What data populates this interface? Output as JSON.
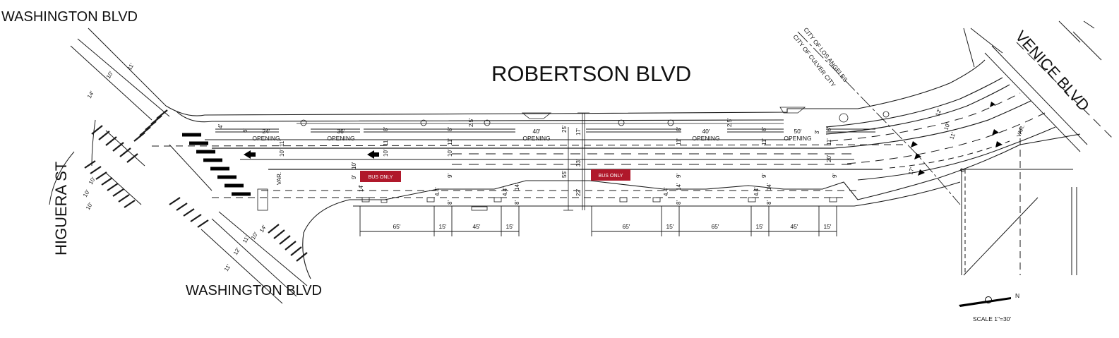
{
  "streets": {
    "washington_top": "WASHINGTON BLVD",
    "washington_bottom": "WASHINGTON BLVD",
    "robertson": "ROBERTSON BLVD",
    "higuera": "HIGUERA ST",
    "venice": "VENICE BLVD"
  },
  "boundary": {
    "los_angeles": "CITY OF LOS ANGELES",
    "culver_city": "CITY OF CULVER CITY"
  },
  "openings": [
    {
      "width": "24'",
      "label": "OPENING"
    },
    {
      "width": "36'",
      "label": "OPENING"
    },
    {
      "width": "40'",
      "label": "OPENING"
    },
    {
      "width": "40'",
      "label": "OPENING"
    },
    {
      "width": "50'",
      "label": "OPENING"
    }
  ],
  "lane_widths": {
    "west_group": [
      "10'",
      "11'",
      "10'",
      "9'",
      "14'"
    ],
    "mid_west": [
      "11'",
      "10'",
      "9'",
      "14'"
    ],
    "centerline": [
      "55'",
      "33'",
      "25'",
      "17'",
      "22'"
    ],
    "mid_east": [
      "11'",
      "10'",
      "9'",
      "14'"
    ],
    "east_group": [
      "11'",
      "11'",
      "9'",
      "14'"
    ],
    "far_east": [
      "20'",
      "11'",
      "9'"
    ],
    "venice_side": [
      "12'",
      "10'",
      "11'",
      "17'",
      "6'",
      "VAR."
    ],
    "higuera_side": [
      "10'",
      "10'",
      "10'"
    ],
    "washington_side": [
      "11'",
      "12'",
      "11'",
      "10'",
      "14'"
    ],
    "washington_north": [
      "14'",
      "10'",
      "11'"
    ],
    "curb_offsets": [
      "6'",
      "8'",
      "6'",
      "8'",
      "2.5'",
      "8'",
      "4'",
      "6'",
      "8'",
      "8'",
      "2.5'",
      "3'",
      "6'"
    ],
    "shoulder": [
      "4.4'",
      "8'",
      "4.4'",
      "8'",
      "4.4'",
      "8'",
      "4.4'",
      "8'"
    ],
    "var": "VAR."
  },
  "parking_segments_west": [
    "65'",
    "15'",
    "45'",
    "15'"
  ],
  "parking_segments_east": [
    "65'",
    "15'",
    "65'",
    "15'",
    "45'",
    "15'"
  ],
  "bus_stop_markings": [
    "BUS ONLY",
    "BUS ONLY"
  ],
  "north_arrow": "N",
  "scale": "SCALE 1\"=30'",
  "colors": {
    "line": "#1a1a1a",
    "bus_zone": "#b0182b",
    "background": "#ffffff"
  }
}
